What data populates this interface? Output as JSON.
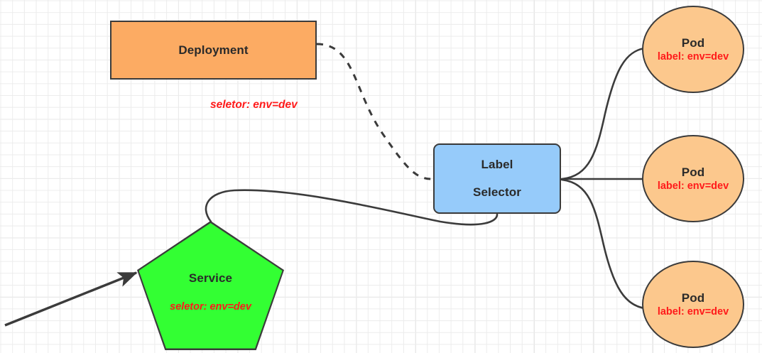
{
  "diagram": {
    "title": "Kubernetes Label Selector Diagram",
    "background": "#ffffff",
    "grid_color": "#ececec",
    "colors": {
      "deployment_fill": "#fcab63",
      "label_selector_fill": "#96cbfa",
      "pod_fill": "#fcc88d",
      "service_fill": "#33ff33",
      "stroke": "#3b3b3b",
      "accent_red": "#ff1a1a",
      "text_dark": "#2a2a2a"
    }
  },
  "nodes": {
    "deployment": {
      "label": "Deployment",
      "shape": "rectangle"
    },
    "label_selector": {
      "line1": "Label",
      "line2": "Selector",
      "shape": "rounded-rectangle"
    },
    "service": {
      "label": "Service",
      "selector": "seletor:  env=dev",
      "shape": "pentagon"
    },
    "pods": [
      {
        "label": "Pod",
        "selector": "label: env=dev"
      },
      {
        "label": "Pod",
        "selector": "label: env=dev"
      },
      {
        "label": "Pod",
        "selector": "label: env=dev"
      }
    ]
  },
  "annotations": {
    "deployment_selector": "seletor:  env=dev"
  },
  "edges": [
    {
      "name": "deployment-to-label-selector",
      "style": "dashed"
    },
    {
      "name": "service-to-label-selector",
      "style": "solid"
    },
    {
      "name": "label-selector-to-pod-1",
      "style": "solid"
    },
    {
      "name": "label-selector-to-pod-2",
      "style": "solid"
    },
    {
      "name": "label-selector-to-pod-3",
      "style": "solid"
    },
    {
      "name": "incoming-traffic-to-service",
      "style": "solid-arrow"
    }
  ]
}
